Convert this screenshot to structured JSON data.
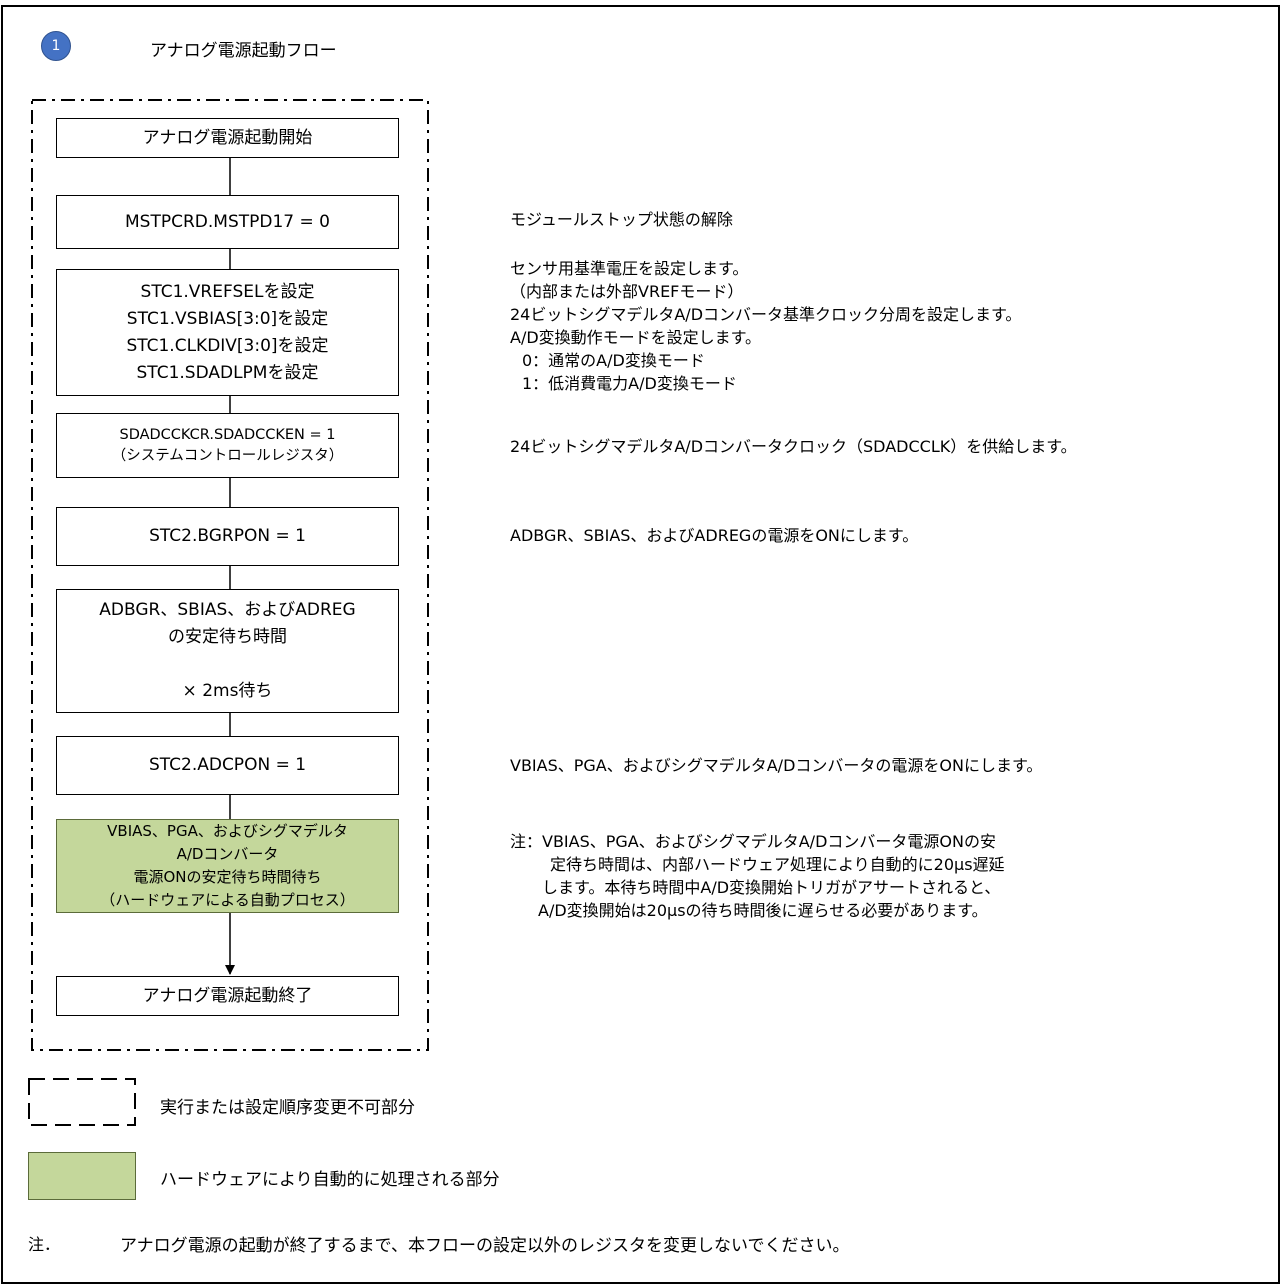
{
  "header": {
    "step_number": "1",
    "title": "アナログ電源起動フロー"
  },
  "flow": {
    "start": "アナログ電源起動開始",
    "mstp": "MSTPCRD.MSTPD17 = 0",
    "stc1": [
      "STC1.VREFSELを設定",
      "STC1.VSBIAS[3:0]を設定",
      "STC1.CLKDIV[3:0]を設定",
      "STC1.SDADLPMを設定"
    ],
    "sdadc": [
      "SDADCCKCR.SDADCCKEN = 1",
      "（システムコントロールレジスタ）"
    ],
    "bgrpon": "STC2.BGRPON = 1",
    "wait": [
      "ADBGR、SBIAS、およびADREG",
      "の安定待ち時間",
      "",
      "× 2ms待ち"
    ],
    "adcpon": "STC2.ADCPON = 1",
    "hw_wait": [
      "VBIAS、PGA、およびシグマデルタ",
      "A/Dコンバータ",
      "電源ONの安定待ち時間待ち",
      "（ハードウェアによる自動プロセス）"
    ],
    "end": "アナログ電源起動終了"
  },
  "notes": {
    "module_stop": "モジュールストップ状態の解除",
    "stc1": [
      "センサ用基準電圧を設定します。",
      "（内部または外部VREFモード）",
      "24ビットシグマデルタA/Dコンバータ基準クロック分周を設定します。",
      "A/D変換動作モードを設定します。",
      "0：通常のA/D変換モード",
      "1：低消費電力A/D変換モード"
    ],
    "clock": "24ビットシグマデルタA/Dコンバータクロック（SDADCCLK）を供給します。",
    "bgrpon": "ADBGR、SBIAS、およびADREGの電源をONにします。",
    "adcpon": "VBIAS、PGA、およびシグマデルタA/Dコンバータの電源をONにします。",
    "hw": [
      "注：VBIAS、PGA、およびシグマデルタA/Dコンバータ電源ONの安",
      "定待ち時間は、内部ハードウェア処理により自動的に20μs遅延",
      "します。本待ち時間中A/D変換開始トリガがアサートされると、",
      "A/D変換開始は20μsの待ち時間後に遅らせる必要があります。"
    ]
  },
  "legend": {
    "dashed": "実行または設定順序変更不可部分",
    "green": "ハードウェアにより自動的に処理される部分"
  },
  "footer": {
    "label": "注．",
    "text": "アナログ電源の起動が終了するまで、本フローの設定以外のレジスタを変更しないでください。"
  },
  "colors": {
    "green_fill": "#c4d79b",
    "badge_blue": "#4472c4"
  }
}
